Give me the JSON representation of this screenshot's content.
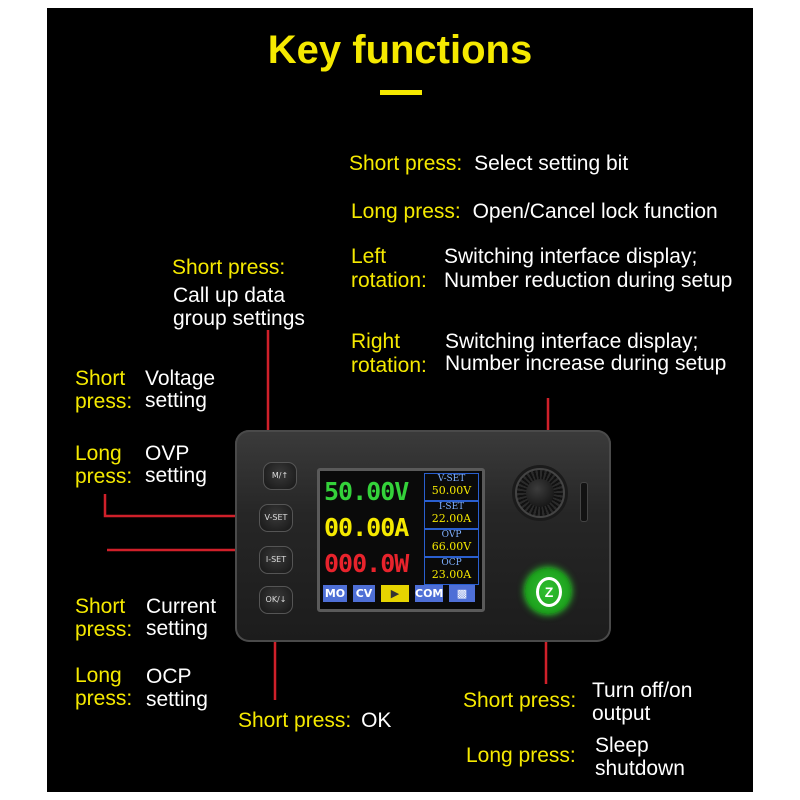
{
  "title": "Key functions",
  "colors": {
    "accent": "#f5e900",
    "callout_line": "#d0202a",
    "background": "#000000"
  },
  "knob_callouts": [
    {
      "key": "Short press:",
      "text": "Select setting bit"
    },
    {
      "key": "Long press:",
      "text": "Open/Cancel lock function"
    },
    {
      "key_line1": "Left",
      "key_line2": "rotation:",
      "text_line1": "Switching interface display;",
      "text_line2": "Number reduction during setup"
    },
    {
      "key_line1": "Right",
      "key_line2": "rotation:",
      "text_line1": "Switching interface display;",
      "text_line2": "Number increase during setup"
    }
  ],
  "m_button_callout": {
    "key": "Short press:",
    "text_line1": "Call up data",
    "text_line2": "group settings"
  },
  "left_callouts": [
    {
      "key_line1": "Short",
      "key_line2": "press:",
      "text_line1": "Voltage",
      "text_line2": "setting"
    },
    {
      "key_line1": "Long",
      "key_line2": "press:",
      "text_line1": "OVP",
      "text_line2": "setting"
    },
    {
      "key_line1": "Short",
      "key_line2": "press:",
      "text_line1": "Current",
      "text_line2": "setting"
    },
    {
      "key_line1": "Long",
      "key_line2": "press:",
      "text_line1": "OCP",
      "text_line2": "setting"
    }
  ],
  "ok_callout": {
    "key": "Short press:",
    "text": "OK"
  },
  "power_callouts": [
    {
      "key": "Short press:",
      "text_line1": "Turn off/on",
      "text_line2": "output"
    },
    {
      "key": "Long press:",
      "text_line1": "Sleep",
      "text_line2": "shutdown"
    }
  ],
  "device": {
    "buttons": {
      "m": "M/↑",
      "vset": "V-SET",
      "iset": "I-SET",
      "ok": "OK/↓"
    },
    "readouts": {
      "voltage": "50.00V",
      "current": "00.00A",
      "power": "000.0W"
    },
    "side": [
      {
        "label": "V-SET",
        "value": "50.00V"
      },
      {
        "label": "I-SET",
        "value": "22.00A"
      },
      {
        "label": "OVP",
        "value": "66.00V"
      },
      {
        "label": "OCP",
        "value": "23.00A"
      }
    ],
    "status": {
      "mode": "MO",
      "cv": "CV",
      "com": "COM"
    },
    "icons": {
      "knob": "rotary-encoder",
      "power": "power-button-icon",
      "speaker": "speaker-icon",
      "lock": "unlock-icon"
    }
  }
}
